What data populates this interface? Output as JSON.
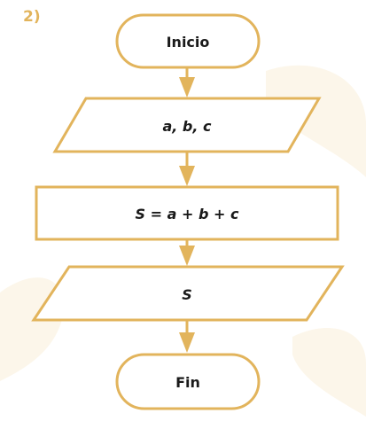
{
  "diagram": {
    "number_label": "2)",
    "nodes": [
      {
        "id": "start",
        "shape": "terminal",
        "label": "Inicio"
      },
      {
        "id": "input",
        "shape": "parallelogram",
        "label": "a, b, c"
      },
      {
        "id": "process",
        "shape": "rectangle",
        "label": "S = a + b + c"
      },
      {
        "id": "output",
        "shape": "parallelogram",
        "label": "S"
      },
      {
        "id": "end",
        "shape": "terminal",
        "label": "Fin"
      }
    ],
    "edges": [
      {
        "from": "start",
        "to": "input"
      },
      {
        "from": "input",
        "to": "process"
      },
      {
        "from": "process",
        "to": "output"
      },
      {
        "from": "output",
        "to": "end"
      }
    ],
    "colors": {
      "stroke": "#e2b45c",
      "arrow": "#e2b45c",
      "fill": "#ffffff",
      "text": "#1a1a1a",
      "watermark": "#fcf6ea"
    }
  }
}
